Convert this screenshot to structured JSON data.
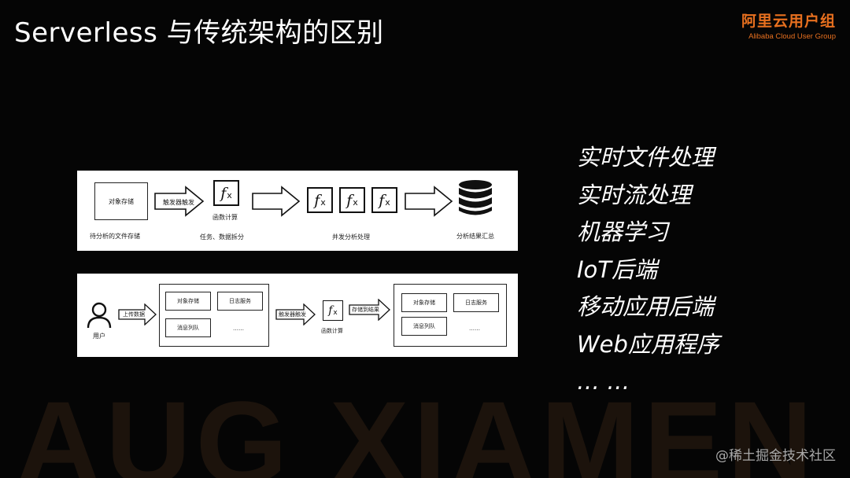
{
  "slide": {
    "title": "Serverless 与传统架构的区别",
    "logo": {
      "cn": "阿里云用户组",
      "en": "Alibaba Cloud User Group"
    },
    "watermark_bg": "AUG XIAMEN",
    "footer_mark": "@稀土掘金技术社区"
  },
  "bullets": [
    "实时文件处理",
    "实时流处理",
    "机器学习",
    "IoT后端",
    "移动应用后端",
    "Web应用程序",
    "… …"
  ],
  "diagram1": {
    "storage_box": "对象存储",
    "storage_caption": "待分析的文件存储",
    "trigger_arrow": "触发器触发",
    "fx_caption": "函数计算",
    "split_caption": "任务、数据拆分",
    "parallel_caption": "并发分析处理",
    "summary_caption": "分析结果汇总"
  },
  "diagram2": {
    "user_caption": "用户",
    "upload_arrow": "上传数据",
    "left_group": {
      "a": "对象存储",
      "b": "日志服务",
      "c": "消息列队",
      "d": "……"
    },
    "trigger_arrow": "触发器触发",
    "fx_caption": "函数计算",
    "store_arrow": "存储到结果",
    "right_group": {
      "a": "对象存储",
      "b": "日志服务",
      "c": "消息列队",
      "d": "……"
    }
  },
  "icons": {
    "fx": "function-icon",
    "db": "database-icon",
    "user": "user-icon"
  },
  "colors": {
    "accent": "#e8701f",
    "background": "#050505",
    "text": "#ffffff"
  }
}
